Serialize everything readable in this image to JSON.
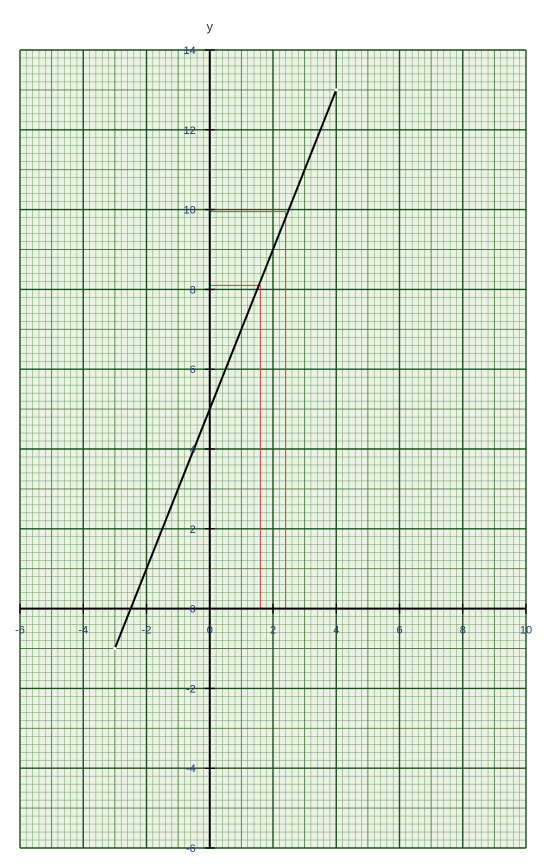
{
  "chart_data": {
    "type": "line",
    "title": "",
    "xlabel": "",
    "ylabel": "y",
    "xlim": [
      -6,
      10
    ],
    "ylim": [
      -6,
      14
    ],
    "x_ticks": [
      -6,
      -4,
      -2,
      0,
      2,
      4,
      6,
      8,
      10
    ],
    "y_ticks": [
      -6,
      -4,
      -2,
      0,
      2,
      4,
      6,
      8,
      10,
      12,
      14
    ],
    "grid": true,
    "grid_minor_step": 0.2,
    "grid_major_step": 2,
    "colors": {
      "background": "#eaf3e4",
      "grid_minor": "#6f9a66",
      "grid_mid": "#4e7d45",
      "grid_major": "#1f4d1f",
      "axis": "#000000",
      "line": "#000000",
      "guide": "#d23a3a",
      "tick_label": "#1f3864"
    },
    "series": [
      {
        "points": [
          [
            -3,
            -1
          ],
          [
            4,
            13
          ]
        ]
      }
    ],
    "guide_lines": [
      {
        "x": 1.6,
        "y": 8.1
      },
      {
        "x": 2.4,
        "y": 9.95
      }
    ]
  }
}
